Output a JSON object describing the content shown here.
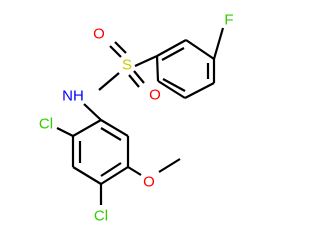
{
  "colors": {
    "carbon": "#000000",
    "fluorine": "#33cc00",
    "sulfur": "#cccc00",
    "oxygen": "#ff0000",
    "nitrogen": "#0000ff",
    "chlorine": "#33cc00"
  },
  "atoms": {
    "fluorine": "F",
    "sulfur": "S",
    "oxygen_top": "O",
    "oxygen_bottom": "O",
    "nitrogen_h": "NH",
    "chlorine_top": "Cl",
    "chlorine_bottom": "Cl",
    "methoxy_oxygen": "O"
  }
}
